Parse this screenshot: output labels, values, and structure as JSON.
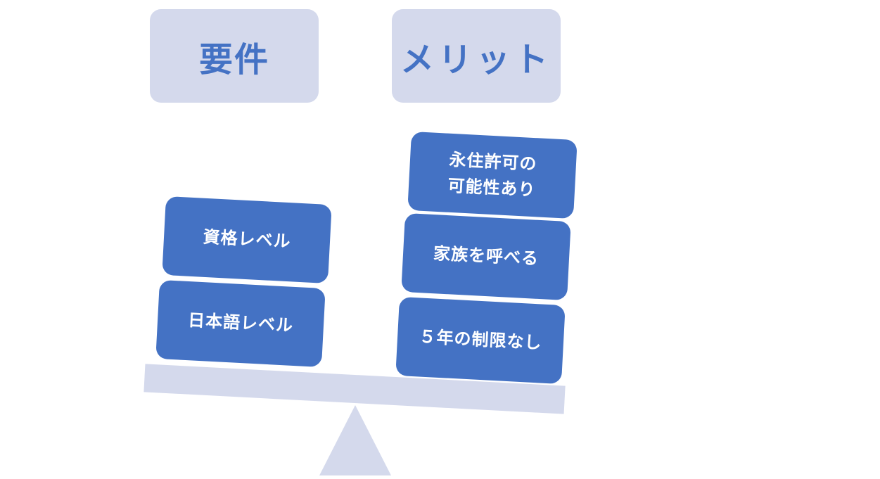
{
  "headers": {
    "left": "要件",
    "right": "メリット"
  },
  "left_blocks": [
    {
      "lines": [
        "資格レベル"
      ]
    },
    {
      "lines": [
        "日本語レベル"
      ]
    }
  ],
  "right_blocks": [
    {
      "lines": [
        "永住許可の",
        "可能性あり"
      ]
    },
    {
      "lines": [
        "家族を呼べる"
      ]
    },
    {
      "lines": [
        "５年の制限なし"
      ]
    }
  ],
  "colors": {
    "block_fill": "#4472c4",
    "header_fill": "#d4d9ec",
    "header_text": "#4472c4",
    "scale_fill": "#d4d9ec"
  }
}
